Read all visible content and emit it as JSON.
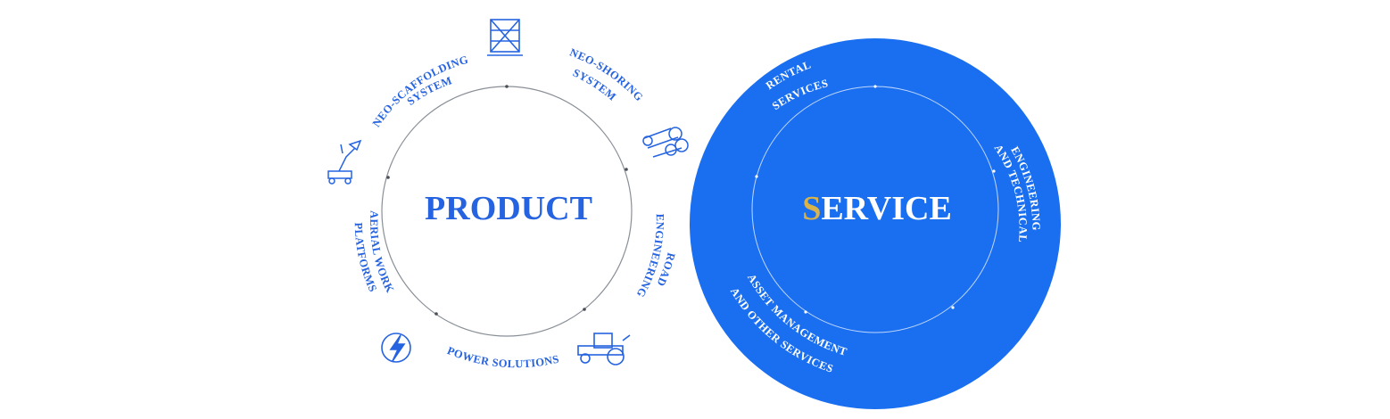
{
  "colors": {
    "brand_blue": "#2563e0",
    "circle_blue": "#1a6ff0",
    "gold": "#d8b24a",
    "ring_gray": "#8a8f97",
    "white": "#ffffff"
  },
  "product": {
    "title": "PRODUCT",
    "items": [
      {
        "lines": [
          "NEO-SCAFFOLDING",
          "SYSTEM"
        ],
        "icon": "scaffolding-icon"
      },
      {
        "lines": [
          "NEO-SHORING",
          "SYSTEM"
        ],
        "icon": "shoring-pipes-icon"
      },
      {
        "lines": [
          "ROAD",
          "ENGINEERING"
        ],
        "icon": "road-roller-icon"
      },
      {
        "lines": [
          "POWER SOLUTIONS"
        ],
        "icon": "power-lightning-icon"
      },
      {
        "lines": [
          "AERIAL WORK",
          "PLATFORMS"
        ],
        "icon": "aerial-lift-icon"
      }
    ]
  },
  "service": {
    "title_initial": "S",
    "title_rest": "ERVICE",
    "items": [
      {
        "lines": [
          "RENTAL",
          "SERVICES"
        ]
      },
      {
        "lines": [
          "ENGINEERING",
          "AND TECHNICAL"
        ]
      },
      {
        "lines": [
          "ASSET MANAGEMENT",
          "AND OTHER SERVICES"
        ]
      }
    ]
  }
}
